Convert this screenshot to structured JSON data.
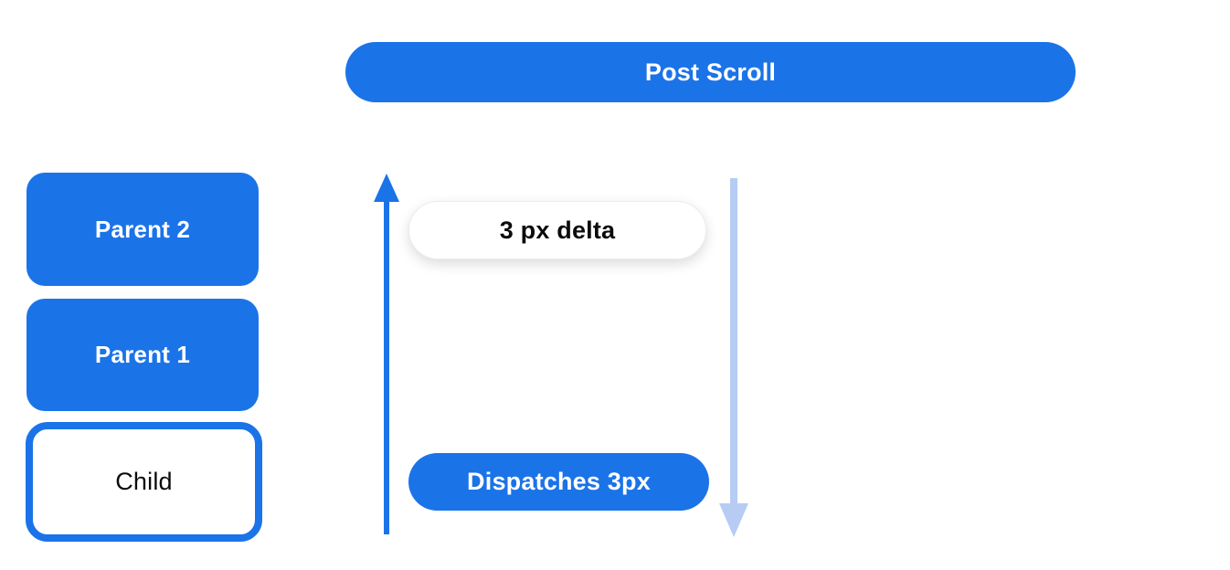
{
  "header": {
    "post_scroll_label": "Post Scroll"
  },
  "widget_stack": {
    "parent2_label": "Parent 2",
    "parent1_label": "Parent 1",
    "child_label": "Child"
  },
  "flow": {
    "delta_label": "3 px delta",
    "dispatch_label": "Dispatches 3px"
  },
  "icons": {
    "up_arrow": "arrow-up",
    "down_arrow": "arrow-down"
  },
  "colors": {
    "primary_blue": "#1b73e8",
    "light_blue_arrow": "#b6ccf4",
    "background": "#ffffff",
    "dark_text": "#0c0c0c"
  }
}
